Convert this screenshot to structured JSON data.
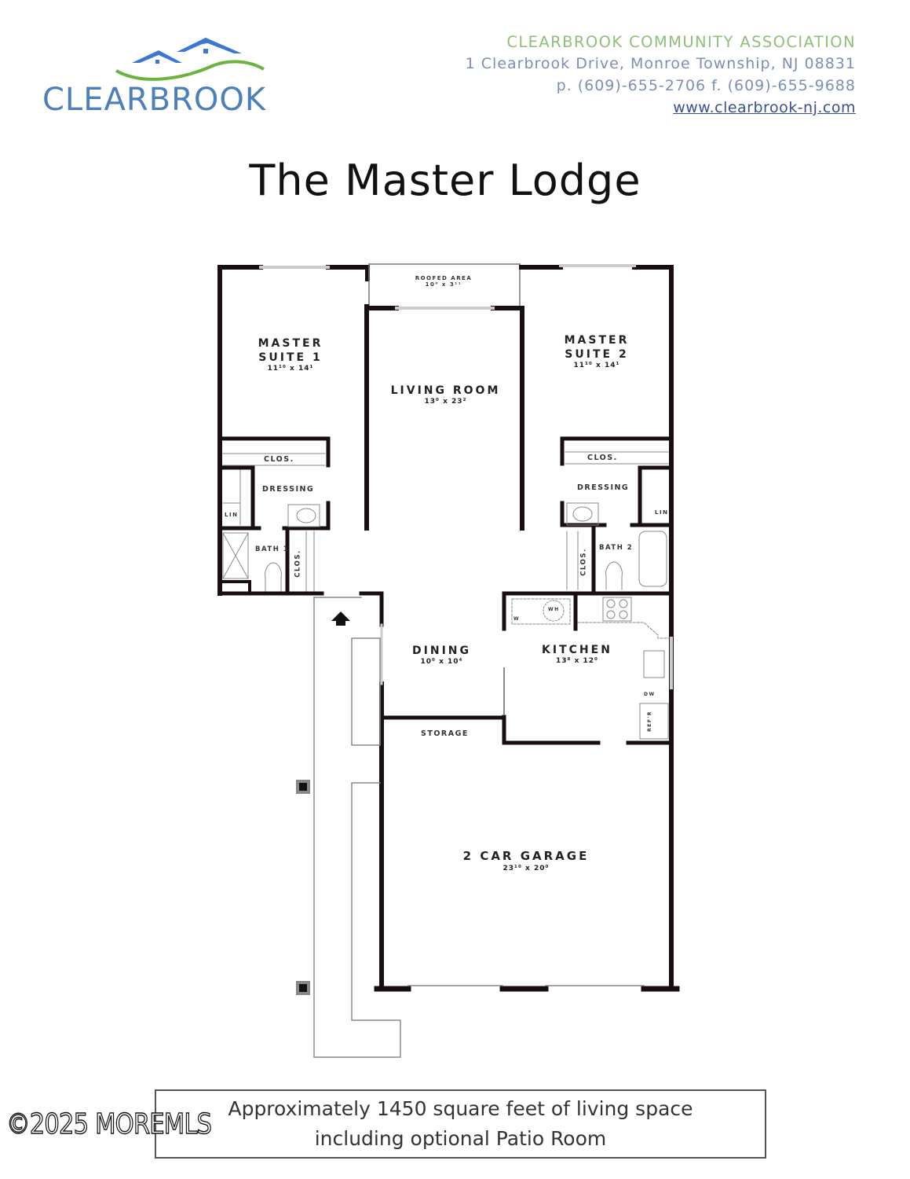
{
  "header": {
    "logo": {
      "wordmark": "CLEARBROOK",
      "icon": "houses-over-wave-icon",
      "colors": {
        "roof": "#3b78d0",
        "wave": "#6bb23f",
        "text": "#4d7fb8"
      }
    },
    "association": {
      "name": "CLEARBROOK COMMUNITY ASSOCIATION",
      "address": "1 Clearbrook Drive, Monroe Township, NJ 08831",
      "phone_fax": "p. (609)-655-2706 f. (609)-655-9688",
      "website": "www.clearbrook-nj.com"
    }
  },
  "title": "The Master Lodge",
  "floorplan": {
    "rooms": [
      {
        "id": "master-suite-1",
        "name_line1": "MASTER",
        "name_line2": "SUITE 1",
        "dims": "11¹⁰ x 14¹"
      },
      {
        "id": "roofed-area",
        "name": "ROOFED AREA",
        "dims": "10⁰ x 3¹¹"
      },
      {
        "id": "living-room",
        "name": "LIVING ROOM",
        "dims": "13⁰ x 23²"
      },
      {
        "id": "master-suite-2",
        "name_line1": "MASTER",
        "name_line2": "SUITE 2",
        "dims": "11¹⁰ x 14¹"
      },
      {
        "id": "dining",
        "name": "DINING",
        "dims": "10⁰ x 10⁴"
      },
      {
        "id": "kitchen",
        "name": "KITCHEN",
        "dims": "13⁸ x 12⁰"
      },
      {
        "id": "garage",
        "name": "2 CAR GARAGE",
        "dims": "23¹⁰ x 20⁰"
      }
    ],
    "small_labels": {
      "clos_1": "CLOS.",
      "dressing_1": "DRESSING",
      "lin_1": "LIN",
      "bath_1": "BATH 1",
      "clos_1b": "CLOS.",
      "clos_2": "CLOS.",
      "dressing_2": "DRESSING",
      "lin_2": "LIN",
      "bath_2": "BATH 2",
      "clos_2b": "CLOS.",
      "storage": "STORAGE",
      "water_heater": "WH",
      "washer": "W",
      "refrigerator": "REF'R",
      "dishwasher": "DW"
    },
    "entry_icon": "entry-arrow-icon"
  },
  "footer": {
    "line1": "Approximately 1450 square feet of living space",
    "line2": "including optional Patio Room"
  },
  "watermark": "©2025 MOREMLS"
}
